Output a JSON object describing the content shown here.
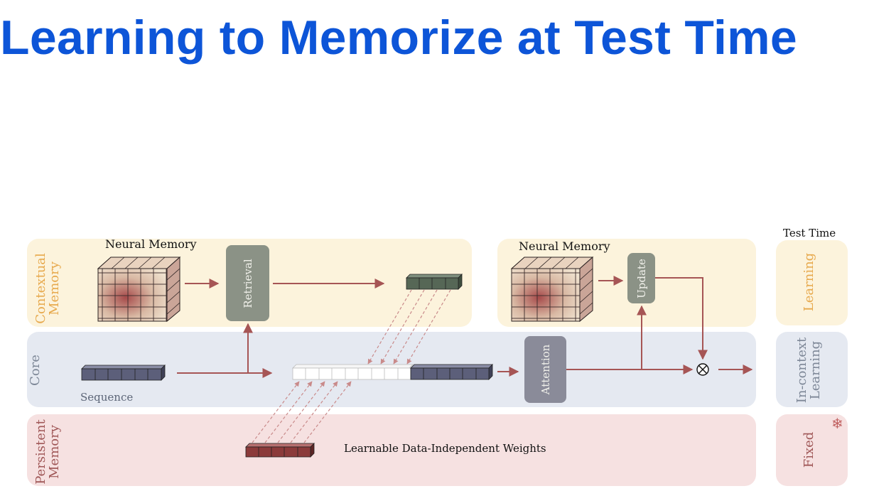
{
  "slide": {
    "title": "Learning to Memorize at Test Time"
  },
  "rows": {
    "contextual": {
      "label": "Contextual\nMemory",
      "color": "#e7a94d"
    },
    "core": {
      "label": "Core",
      "color": "#7d8797"
    },
    "persistent": {
      "label": "Persistent\nMemory",
      "color": "#a05858"
    }
  },
  "side": {
    "header": "Test Time",
    "learning": "Learning",
    "in_context": "In-context\nLearning",
    "fixed": "Fixed",
    "snowflake": "❄"
  },
  "diagram": {
    "neural_memory_left": "Neural Memory",
    "neural_memory_right": "Neural Memory",
    "retrieval": "Retrieval",
    "update": "Update",
    "attention": "Attention",
    "sequence": "Sequence",
    "weights_label": "Learnable Data-Independent Weights",
    "otimes": "⊗"
  },
  "colors": {
    "title": "#0d55d8",
    "contextual_band": "#fcf3dc",
    "core_band": "#e5e9f1",
    "persistent_band": "#f6e1e1",
    "arrow": "#a65555",
    "box_gray": "#8b9286",
    "attention_box": "#8a8b99"
  }
}
